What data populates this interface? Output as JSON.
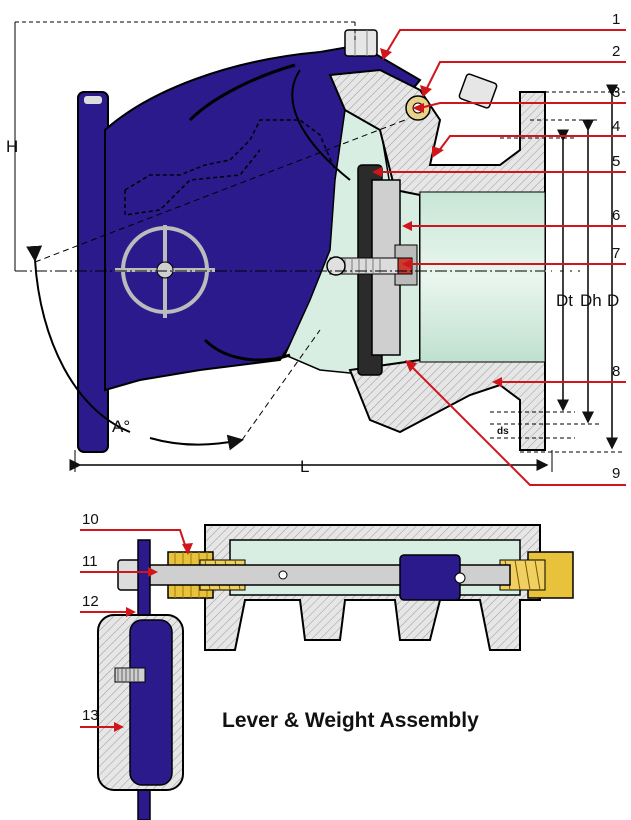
{
  "diagram": {
    "dimensions": {
      "height": "H",
      "length": "L",
      "angle": "A°",
      "diameter_t": "Dt",
      "diameter_h": "Dh",
      "diameter": "D",
      "ds": "ds"
    },
    "callouts": [
      "1",
      "2",
      "3",
      "4",
      "5",
      "6",
      "7",
      "8",
      "9",
      "10",
      "11",
      "12",
      "13"
    ],
    "caption": "Lever & Weight Assembly",
    "colors": {
      "body_blue": "#2a1a8c",
      "interior_green": "#d8eee2",
      "flange_grey": "#d9d9d9",
      "callout_red": "#d0161b",
      "brass": "#e8c23a"
    }
  }
}
